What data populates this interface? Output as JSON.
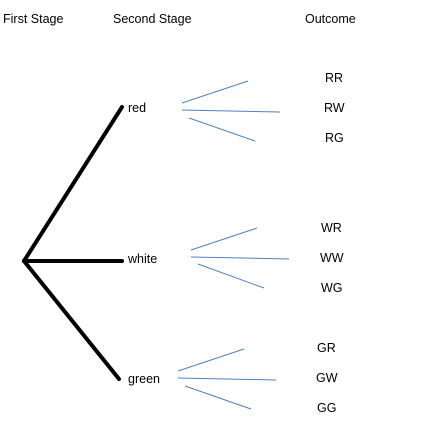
{
  "headers": {
    "first_stage": "First Stage",
    "second_stage": "Second Stage",
    "outcome": "Outcome"
  },
  "second_stage": [
    "red",
    "white",
    "green"
  ],
  "outcomes": [
    [
      "RR",
      "RW",
      "RG"
    ],
    [
      "WR",
      "WW",
      "WG"
    ],
    [
      "GR",
      "GW",
      "GG"
    ]
  ],
  "colors": {
    "first_stage_line": "#000000",
    "second_stage_line": "#4f81bd",
    "text": "#000000"
  }
}
